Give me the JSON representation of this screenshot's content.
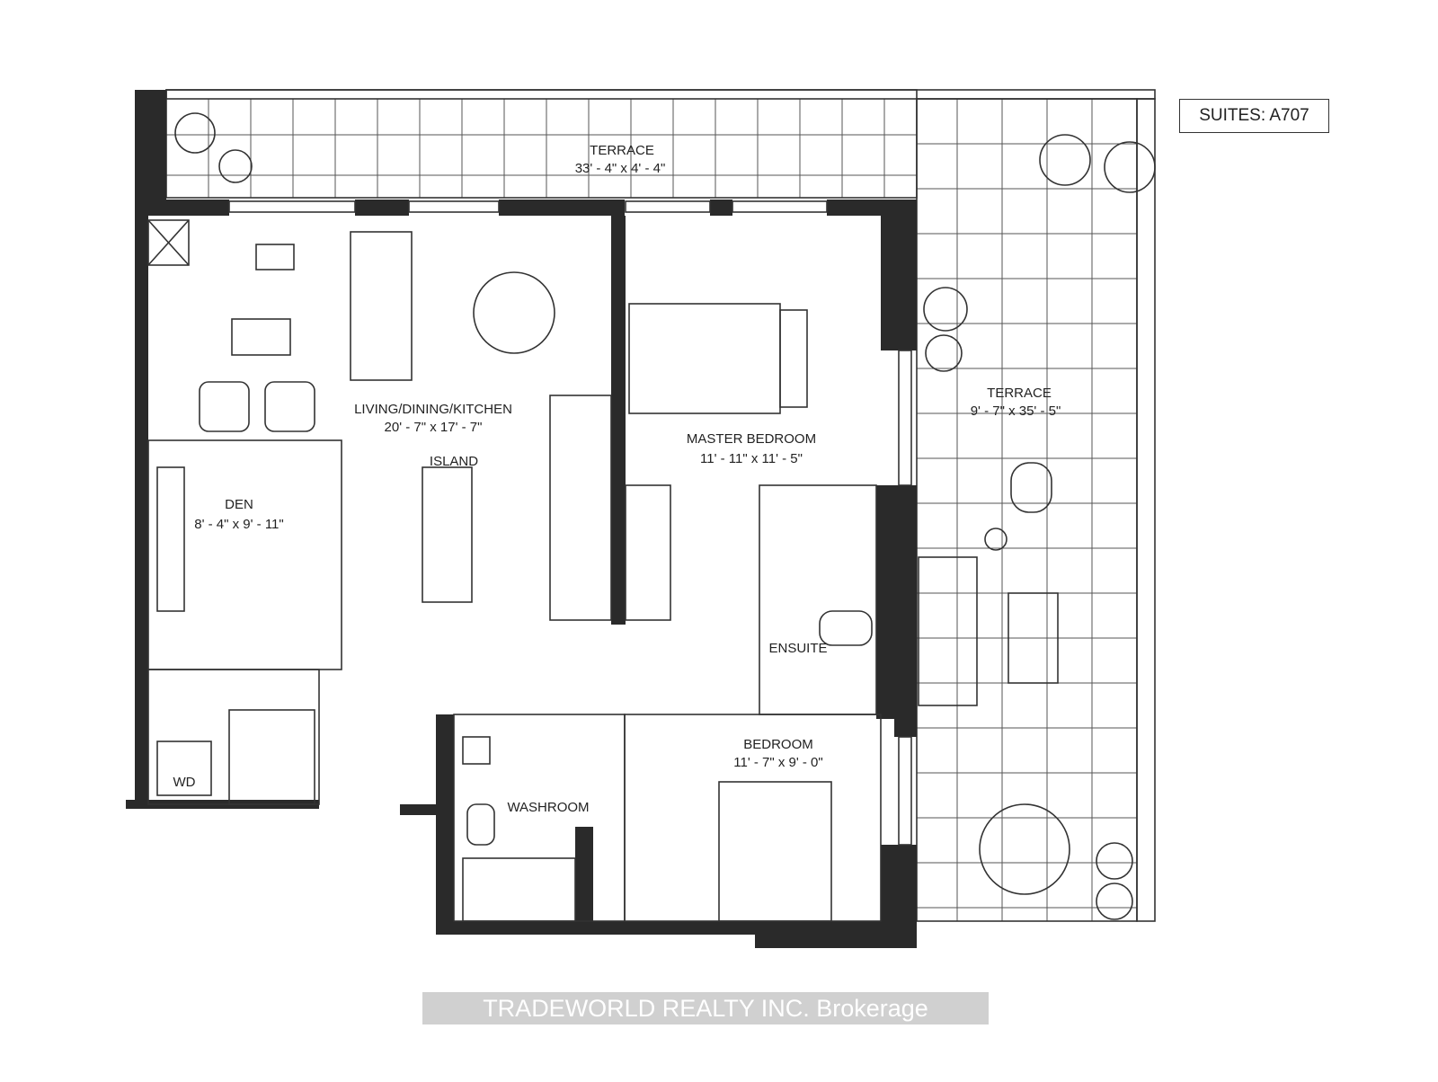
{
  "suite": "SUITES: A707",
  "watermark": "TRADEWORLD REALTY INC. Brokerage",
  "rooms": {
    "terrace_top": {
      "name": "TERRACE",
      "size": "33' - 4\" x 4' - 4\""
    },
    "living": {
      "name": "LIVING/DINING/KITCHEN",
      "size": "20' - 7\" x 17' - 7\""
    },
    "island": {
      "name": "ISLAND"
    },
    "den": {
      "name": "DEN",
      "size": "8' - 4\" x 9' - 11\""
    },
    "master": {
      "name": "MASTER BEDROOM",
      "size": "11' - 11\" x 11' - 5\""
    },
    "terrace_right": {
      "name": "TERRACE",
      "size": "9' - 7\" x 35' - 5\""
    },
    "ensuite": {
      "name": "ENSUITE"
    },
    "bedroom": {
      "name": "BEDROOM",
      "size": "11' - 7\" x 9' - 0\""
    },
    "washroom": {
      "name": "WASHROOM"
    },
    "laundry": {
      "name": "WD"
    }
  }
}
